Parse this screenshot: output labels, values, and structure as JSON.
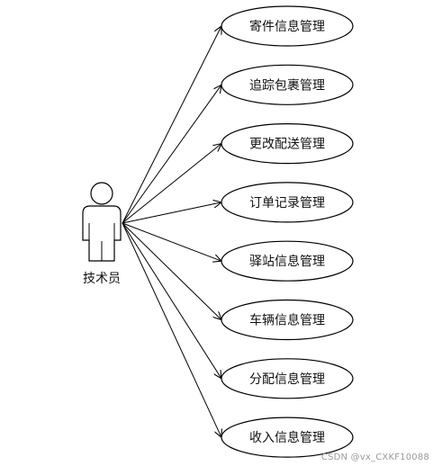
{
  "actor": {
    "label": "技术员"
  },
  "use_cases": [
    {
      "label": "寄件信息管理"
    },
    {
      "label": "追踪包裹管理"
    },
    {
      "label": "更改配送管理"
    },
    {
      "label": "订单记录管理"
    },
    {
      "label": "驿站信息管理"
    },
    {
      "label": "车辆信息管理"
    },
    {
      "label": "分配信息管理"
    },
    {
      "label": "收入信息管理"
    }
  ],
  "watermark": "CSDN @vx_CXKF10088",
  "colors": {
    "stroke": "#000000",
    "text": "#111111",
    "watermark": "#9a9a9a"
  }
}
